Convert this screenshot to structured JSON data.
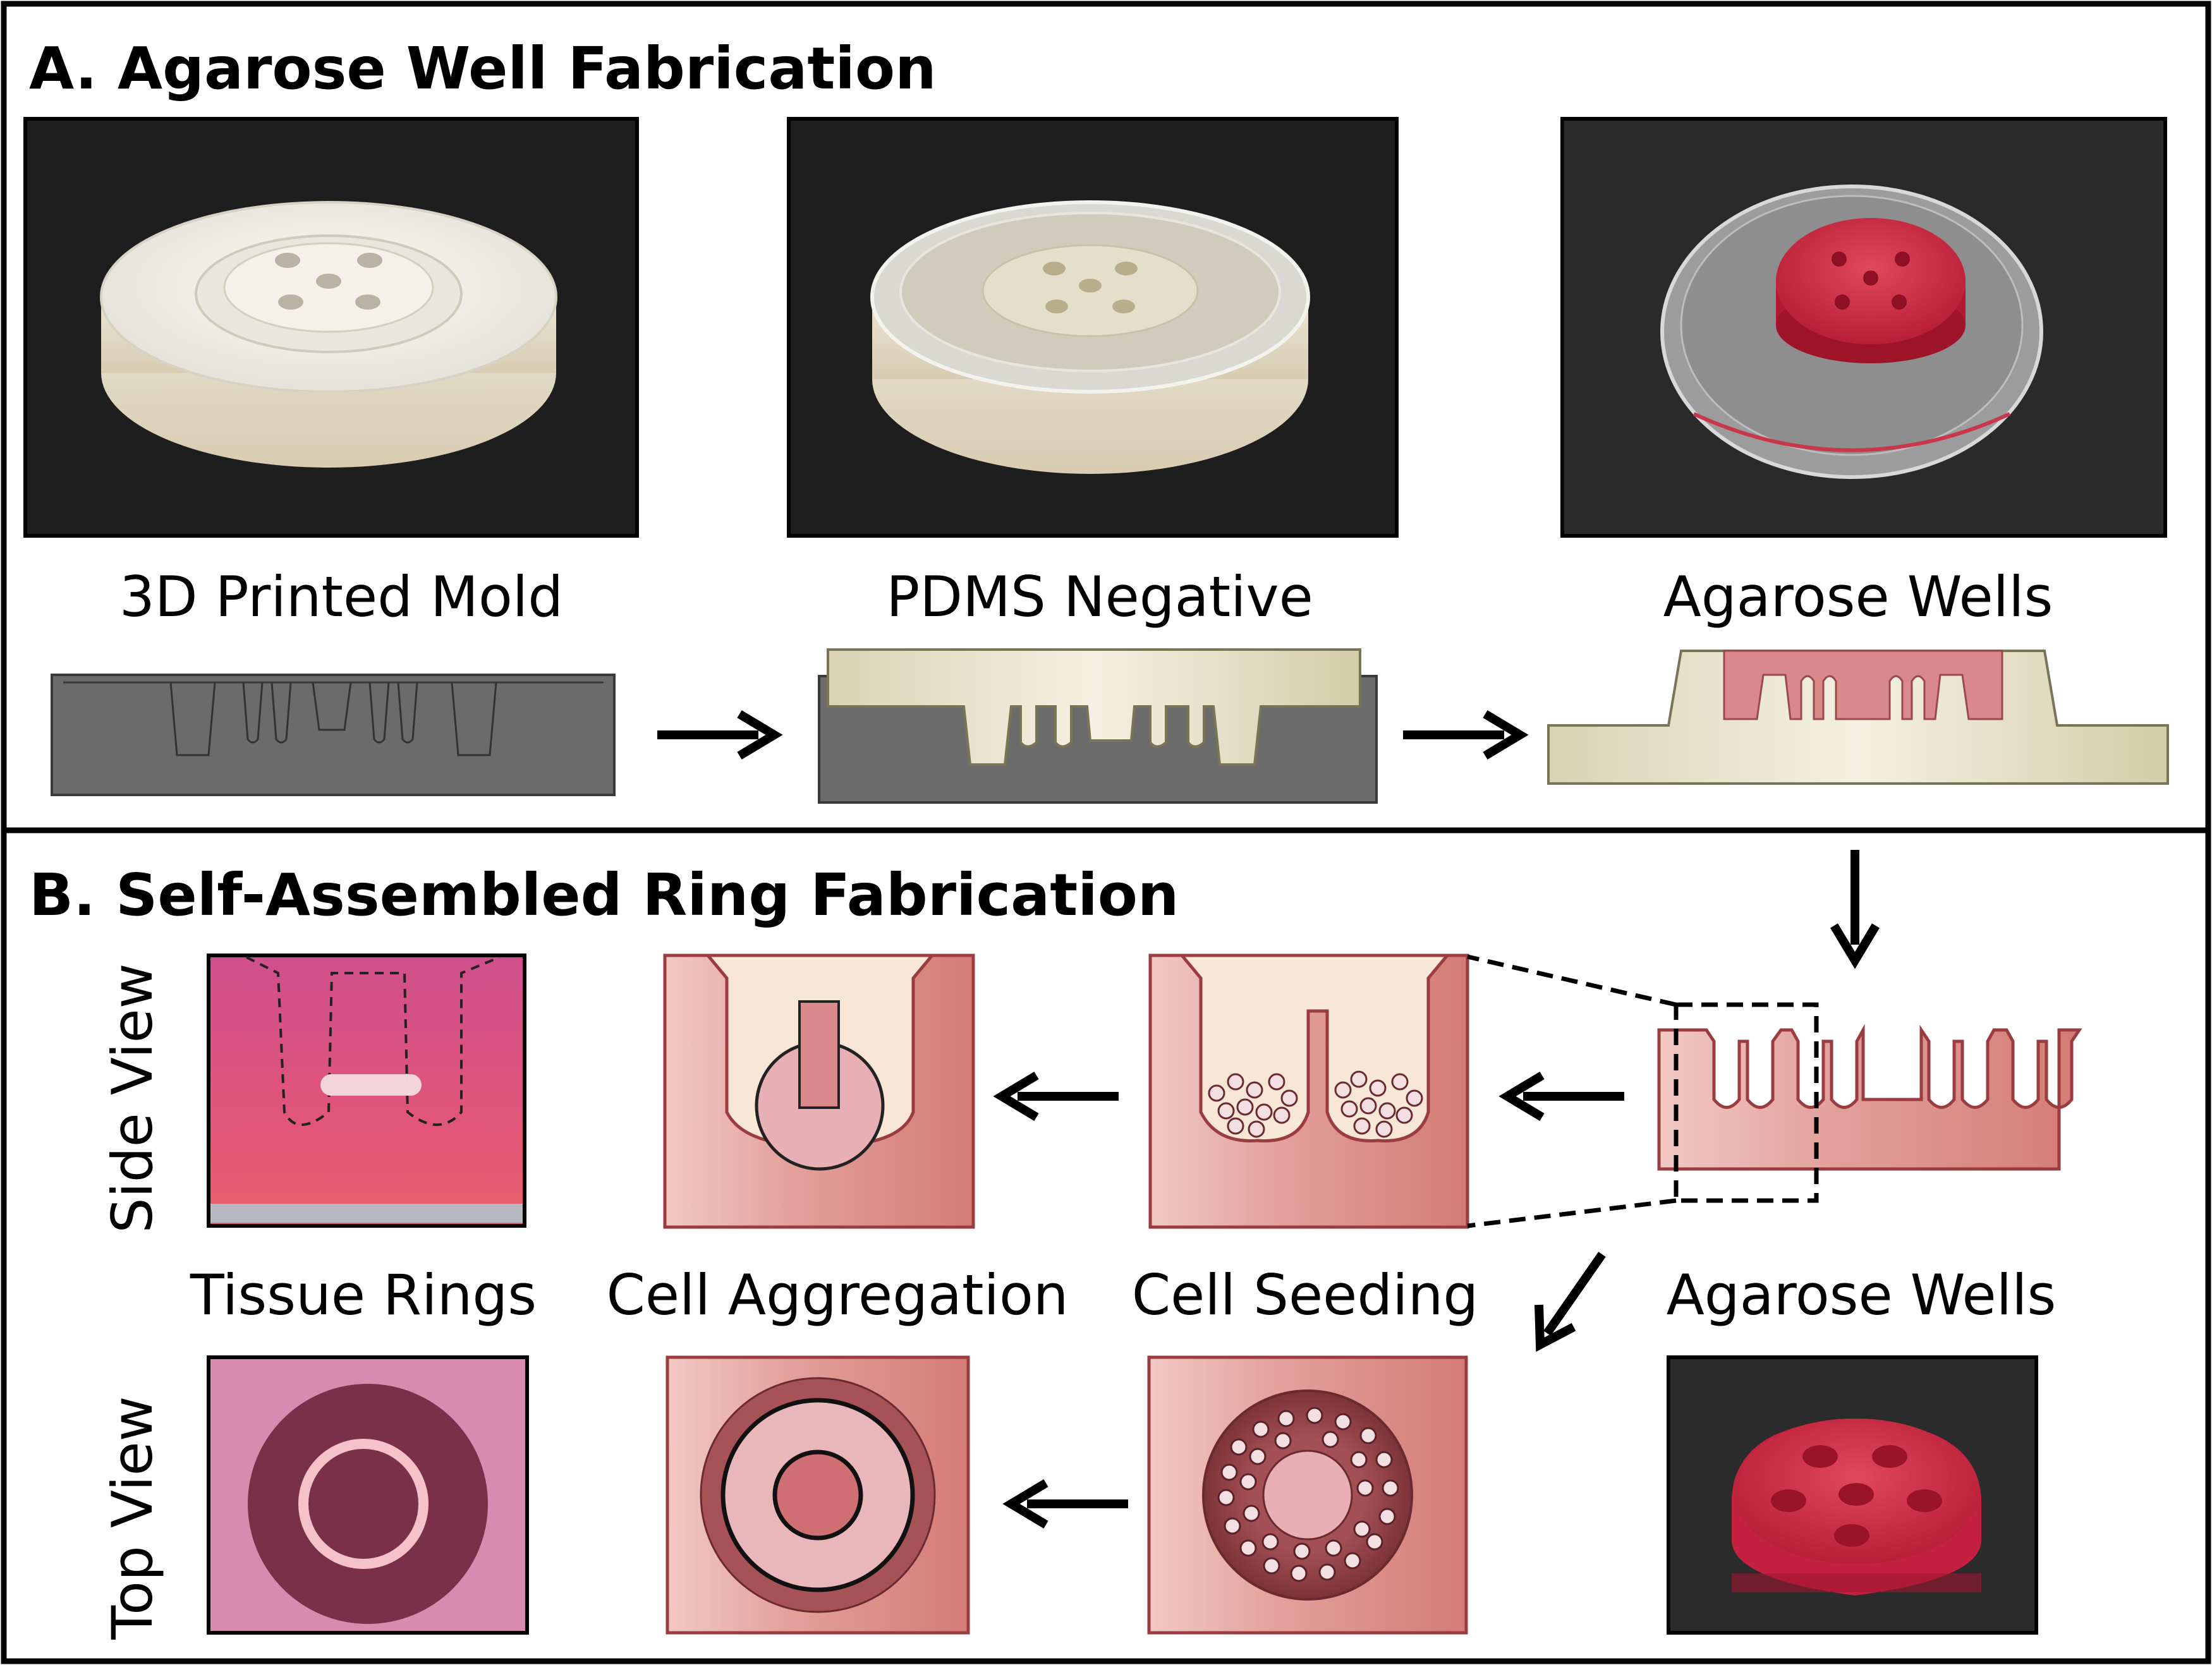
{
  "panel_a": {
    "title": "A. Agarose Well Fabrication",
    "captions": [
      "3D Printed Mold",
      "PDMS Negative",
      "Agarose Wells"
    ]
  },
  "panel_b": {
    "title": "B. Self-Assembled Ring Fabrication",
    "side_view_label": "Side View",
    "top_view_label": "Top View",
    "captions": [
      "Tissue Rings",
      "Cell Aggregation",
      "Cell Seeding",
      "Agarose Wells"
    ]
  },
  "colors": {
    "mold_gray": "#6b6b6b",
    "pdms_beige": "#e4dfc2",
    "agarose_pink": "#d98a8a",
    "medium_cream": "#f8e6d6",
    "tissue_pink": "#e07a9a",
    "photo_dark": "#1e1e1e"
  }
}
